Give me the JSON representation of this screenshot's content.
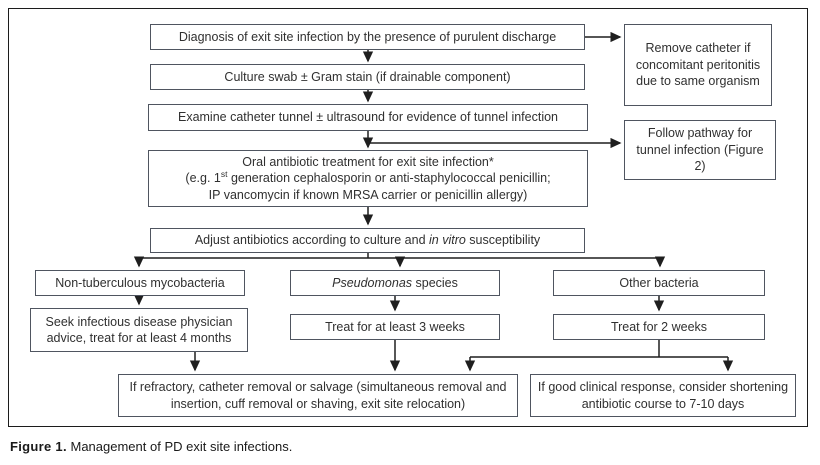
{
  "figure": {
    "caption_label": "Figure 1.",
    "caption_text": " Management of PD exit site infections."
  },
  "flowchart": {
    "boxes": {
      "diagnosis": "Diagnosis of exit site infection by the presence of purulent discharge",
      "remove_catheter": "Remove catheter if concomitant peritonitis due to same organism",
      "culture": "Culture swab ± Gram stain (if drainable component)",
      "examine": "Examine catheter tunnel ± ultrasound for evidence of tunnel infection",
      "follow_pathway": "Follow pathway for tunnel infection (Figure 2)",
      "oral_line1": "Oral antibiotic treatment for exit site infection*",
      "oral_line2_pre": "(e.g. 1",
      "oral_line2_sup": "st",
      "oral_line2_rest": " generation cephalosporin or anti-staphylococcal penicillin;",
      "oral_line3": "IP vancomycin if known MRSA carrier or penicillin allergy)",
      "adjust_pre": "Adjust antibiotics according to culture and ",
      "adjust_italic": "in vitro",
      "adjust_post": " susceptibility",
      "ntm": "Non-tuberculous mycobacteria",
      "pseudomonas_italic": "Pseudomonas",
      "pseudomonas_rest": " species",
      "other_bacteria": "Other bacteria",
      "seek_advice": "Seek infectious disease physician advice, treat for at least 4 months",
      "treat_3_weeks": "Treat for at least 3 weeks",
      "treat_2_weeks": "Treat for 2 weeks",
      "refractory": "If refractory, catheter removal or salvage (simultaneous removal and insertion, cuff removal or shaving, exit site relocation)",
      "good_response": "If good clinical response, consider shortening antibiotic course to 7-10 days"
    },
    "colors": {
      "frame_border": "#1c1c1c",
      "box_border": "#4f5560",
      "arrow": "#1f1f1f",
      "text": "#303030"
    }
  }
}
